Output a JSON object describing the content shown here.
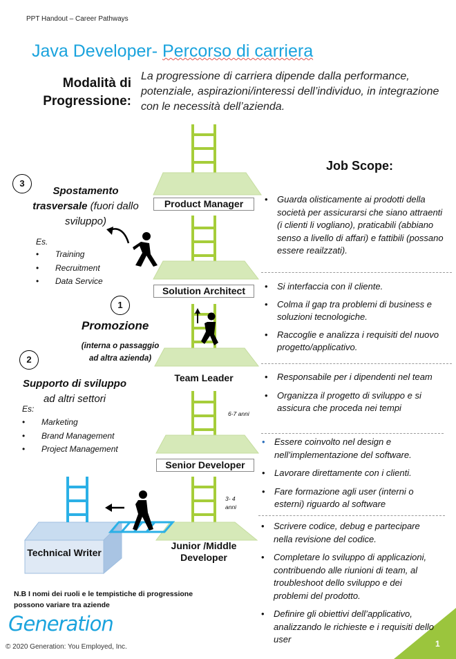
{
  "header": {
    "tag": "PPT Handout – Career Pathways"
  },
  "title": {
    "part1": "Java Developer- ",
    "part2": "Percorso di carriera"
  },
  "modalita": {
    "line1": "Modalità di",
    "line2": "Progressione:"
  },
  "intro": "La progressione di carriera dipende dalla performance, potenziale, aspirazioni/interessi dell’individuo, in integrazione con le necessità dell’azienda.",
  "job_scope_title": "Job Scope:",
  "roles": {
    "product_manager": "Product Manager",
    "solution_architect": "Solution Architect",
    "team_leader": "Team Leader",
    "senior_developer": "Senior Developer",
    "junior_developer": "Junior /Middle Developer",
    "technical_writer": "Technical Writer"
  },
  "timings": {
    "senior": "6-7 anni",
    "junior": "3- 4 anni"
  },
  "paths": {
    "lateral": {
      "number": "3",
      "title_bold": "Spostamento trasversale",
      "title_rest": " (fuori dallo sviluppo)",
      "es": "Es.",
      "items": [
        "Training",
        "Recruitment",
        "Data Service"
      ]
    },
    "promotion": {
      "number": "1",
      "title": "Promozione",
      "subtitle": "(interna o passaggio ad altra azienda)"
    },
    "support": {
      "number": "2",
      "title_bold": "Supporto di sviluppo",
      "title_rest": "ad altri settori",
      "es": "Es:",
      "items": [
        "Marketing",
        "Brand Management",
        "Project Management"
      ]
    }
  },
  "scope": {
    "product_manager": [
      "Guarda olisticamente ai prodotti della società per assicurarsi che siano attraenti (i clienti li vogliano), praticabili (abbiano senso a livello di affari) e fattibili (possano essere reailzzati)."
    ],
    "solution_architect": [
      "Si interfaccia con il cliente.",
      "Colma il gap tra problemi di business e soluzioni tecnologiche.",
      "Raccoglie e analizza i requisiti del nuovo progetto/applicativo."
    ],
    "team_leader": [
      "Responsabile per i dipendenti nel team",
      "Organizza il progetto di sviluppo e si assicura che proceda nei tempi"
    ],
    "senior_developer": [
      "Essere coinvolto nel design e nell’implementazione del software.",
      "Lavorare direttamente con i clienti.",
      "Fare formazione agli user (interni o esterni) riguardo al software"
    ],
    "junior_developer": [
      "Scrivere codice, debug e partecipare nella revisione del codice.",
      "Completare lo sviluppo di applicazioni, contribuendo alle riunioni di team, al troubleshoot dello sviluppo e dei problemi del prodotto.",
      "Definire gli obiettivi dell’applicativo, analizzando le richieste e i requisiti dello user"
    ]
  },
  "footer": {
    "note_line1": "N.B I nomi dei ruoli e le tempistiche di  progressione",
    "note_line2": "possono variare tra aziende",
    "logo": "Generation",
    "copyright": "© 2020 Generation: You Employed, Inc.",
    "page": "1"
  },
  "colors": {
    "accent_blue": "#1aa3dd",
    "ladder_green": "#a6cd3a",
    "platform_green": "#d6e9b8",
    "platform_blue": "#c8dcf0",
    "ladder_blue": "#2bb0e6"
  }
}
